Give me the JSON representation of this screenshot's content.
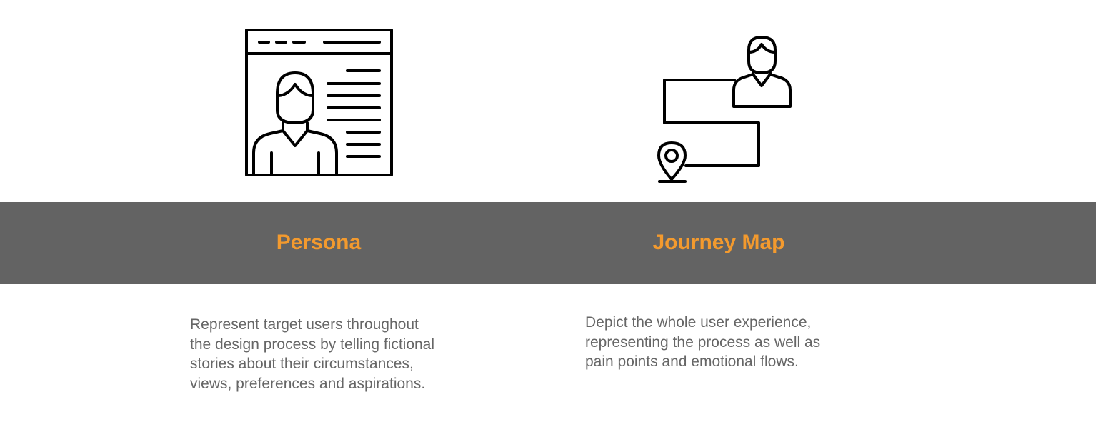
{
  "colors": {
    "band": "#636363",
    "title_accent": "#f39a2e",
    "description_text": "#666666",
    "icon_stroke": "#000000"
  },
  "cards": [
    {
      "icon": "persona-profile-icon",
      "title": "Persona",
      "description_lines": [
        "Represent target users throughout",
        "the design process by telling fictional",
        "stories about their circumstances,",
        "views, preferences and aspirations."
      ]
    },
    {
      "icon": "journey-map-icon",
      "title": "Journey Map",
      "description_lines": [
        "Depict the whole user experience,",
        "representing the process as well as",
        "pain points and emotional flows."
      ]
    }
  ]
}
